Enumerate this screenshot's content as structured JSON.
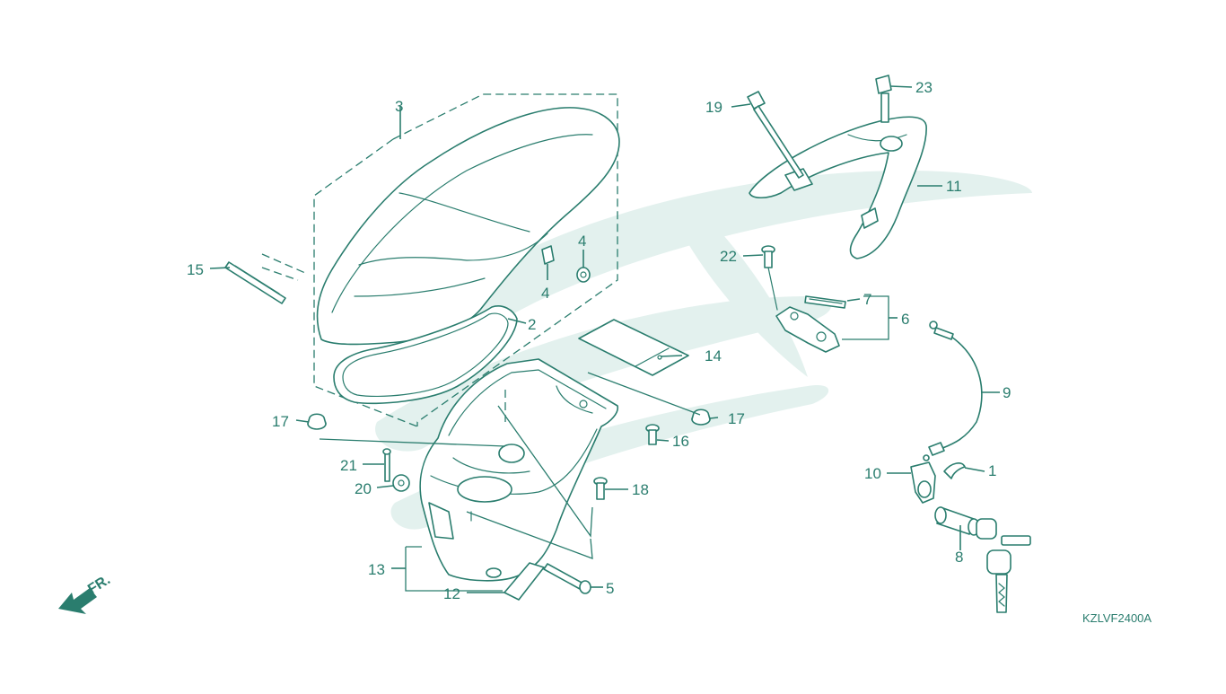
{
  "diagram": {
    "code": "KZLVF2400A",
    "front_label": "FR.",
    "accent_color": "#2a7d6e",
    "watermark_color": "#e3f1ee",
    "callouts": [
      "1",
      "2",
      "3",
      "4",
      "4",
      "5",
      "6",
      "7",
      "8",
      "9",
      "10",
      "11",
      "12",
      "13",
      "14",
      "15",
      "16",
      "17",
      "17",
      "18",
      "19",
      "20",
      "21",
      "22",
      "23"
    ]
  }
}
